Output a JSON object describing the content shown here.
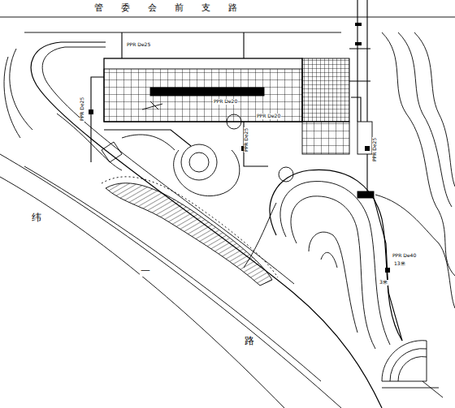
{
  "diagram": {
    "labels": [
      "管委会前支路",
      "纬",
      "一",
      "路",
      "PPR De25",
      "PPR De25",
      "PPR De20",
      "PPR De25",
      "PPR De40",
      "13米",
      "3米",
      "PPR De25",
      "PPR De20"
    ]
  }
}
